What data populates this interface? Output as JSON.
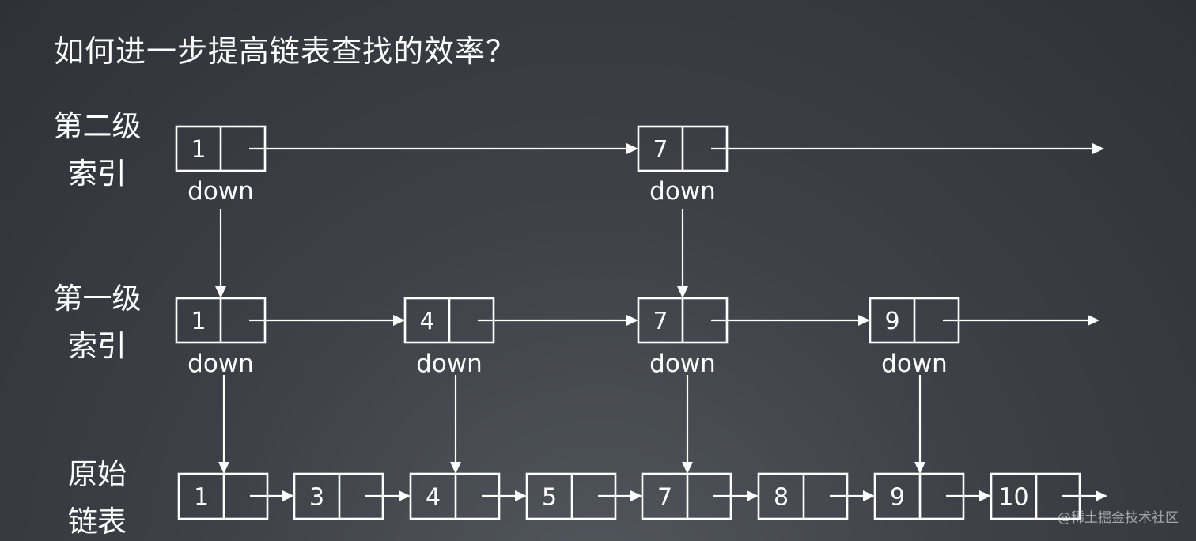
{
  "title": "如何进一步提高链表查找的效率？",
  "levels": {
    "second": {
      "label_line1": "第二级",
      "label_line2": "索引",
      "values": [
        "1",
        "7"
      ]
    },
    "first": {
      "label_line1": "第一级",
      "label_line2": "索引",
      "values": [
        "1",
        "4",
        "7",
        "9"
      ]
    },
    "original": {
      "label_line1": "原始",
      "label_line2": "链表",
      "values": [
        "1",
        "3",
        "4",
        "5",
        "7",
        "8",
        "9",
        "10"
      ]
    }
  },
  "down_label": "down",
  "watermark": "@稀土掘金技术社区",
  "colors": {
    "foreground": "#ffffff",
    "background": "#3a3e44"
  }
}
